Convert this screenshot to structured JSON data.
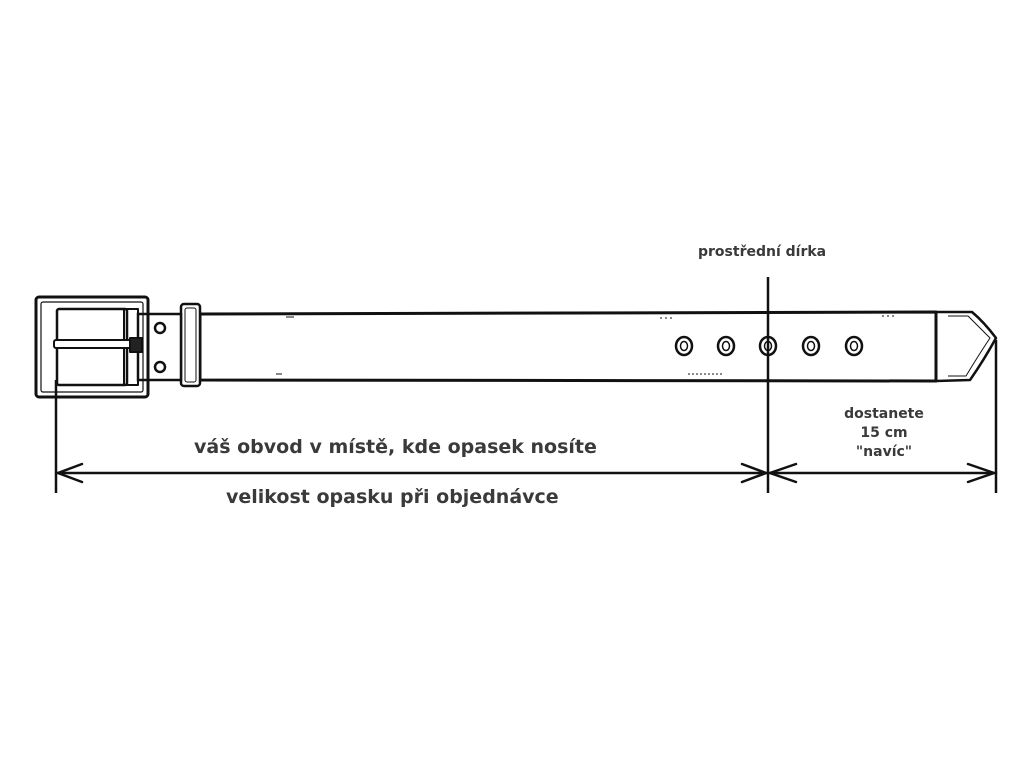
{
  "labels": {
    "middle_hole": "prostřední dírka",
    "waist": "váš obvod v místě, kde opasek nosíte",
    "order_size": "velikost opasku při objednávce",
    "extra_line1": "dostanete",
    "extra_line2": "15 cm",
    "extra_line3": "\"navíc\""
  },
  "colors": {
    "ink": "#111111",
    "text": "#3a3a3a",
    "background": "#ffffff"
  },
  "holes_count": 5
}
